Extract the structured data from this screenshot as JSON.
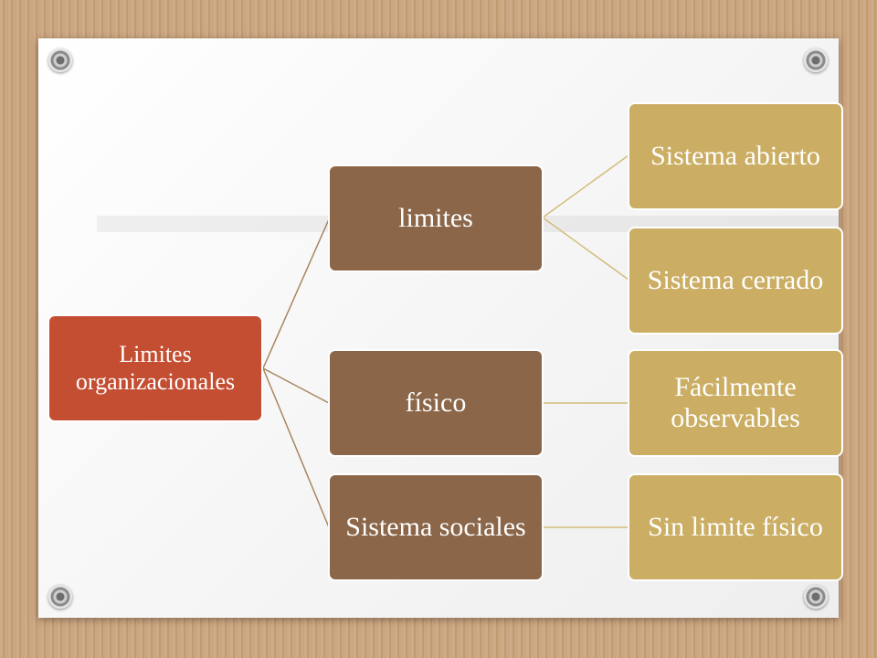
{
  "root": {
    "label": "Limites organizacionales"
  },
  "branches": [
    {
      "label": "limites",
      "children": [
        "Sistema abierto",
        "Sistema cerrado"
      ]
    },
    {
      "label": "físico",
      "children": [
        "Fácilmente observables"
      ]
    },
    {
      "label": "Sistema sociales",
      "children": [
        "Sin limite físico"
      ]
    }
  ],
  "colors": {
    "root": "#c44e32",
    "branch": "#8b6649",
    "leaf": "#cbae63",
    "branch_line": "#a8865f",
    "leaf_line": "#d3bc7c"
  },
  "decor": {
    "corner_icon": "rivet-icon"
  }
}
